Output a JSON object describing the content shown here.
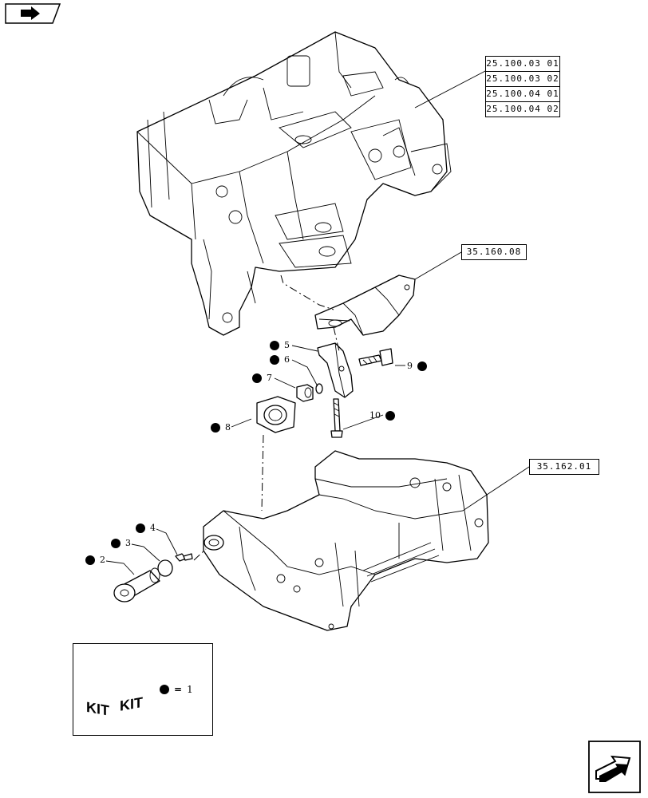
{
  "nav": {
    "prev_icon": "arrow-left-flag-icon",
    "next_icon": "arrow-next-page-icon"
  },
  "refs": {
    "group_1": [
      "25.100.03 01",
      "25.100.03 02",
      "25.100.04 01",
      "25.100.04 02"
    ],
    "group_2": [
      "35.160.08"
    ],
    "group_3": [
      "35.162.01"
    ]
  },
  "callouts": {
    "c2": "2",
    "c3": "3",
    "c4": "4",
    "c5": "5",
    "c6": "6",
    "c7": "7",
    "c8": "8",
    "c9": "9",
    "c10": "10"
  },
  "kit": {
    "label_1": "KIT",
    "label_2": "KIT",
    "equals": "=",
    "index": "1"
  }
}
